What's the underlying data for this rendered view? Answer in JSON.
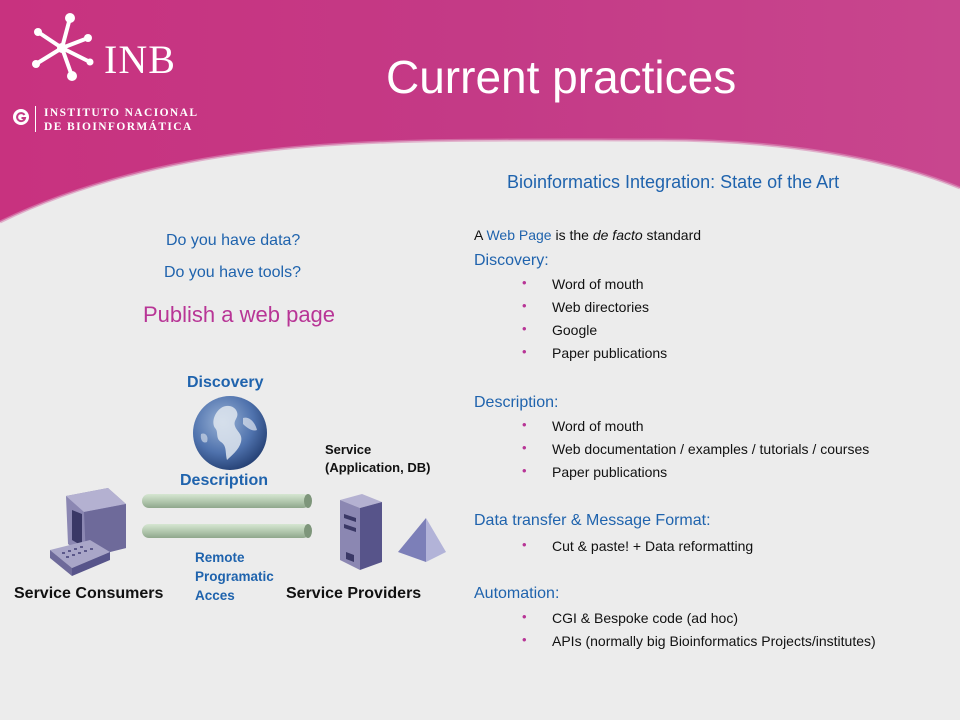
{
  "logo": {
    "brand": "INB",
    "institute_line1": "INSTITUTO NACIONAL",
    "institute_line2": "DE BIOINFORMÁTICA"
  },
  "title": "Current practices",
  "subtitle": "Bioinformatics Integration: State of the Art",
  "left": {
    "question1": "Do you have data?",
    "question2": "Do you have tools?",
    "publish": "Publish a web page",
    "discovery": "Discovery",
    "description": "Description",
    "service_line1": "Service",
    "service_line2": "(Application, DB)",
    "remote_line1": "Remote",
    "remote_line2": "Programatic",
    "remote_line3": "Acces",
    "consumers": "Service Consumers",
    "providers": "Service Providers"
  },
  "right": {
    "intro_prefix": "A ",
    "intro_link": "Web Page",
    "intro_mid": " is the ",
    "intro_italic": "de facto",
    "intro_suffix": " standard",
    "discovery_heading": "Discovery:",
    "discovery_items": [
      "Word of mouth",
      "Web directories",
      "Google",
      "Paper publications"
    ],
    "description_heading": "Description:",
    "description_items": [
      "Word of mouth",
      "Web documentation / examples / tutorials / courses",
      "Paper publications"
    ],
    "transfer_heading": "Data transfer & Message Format:",
    "transfer_items": [
      "Cut & paste! + Data reformatting"
    ],
    "automation_heading": "Automation:",
    "automation_items": [
      "CGI & Bespoke code (ad hoc)",
      "APIs (normally big Bioinformatics Projects/institutes)"
    ]
  },
  "colors": {
    "magenta": "#c43a86",
    "blue": "#1f63ad",
    "background": "#ececec"
  }
}
